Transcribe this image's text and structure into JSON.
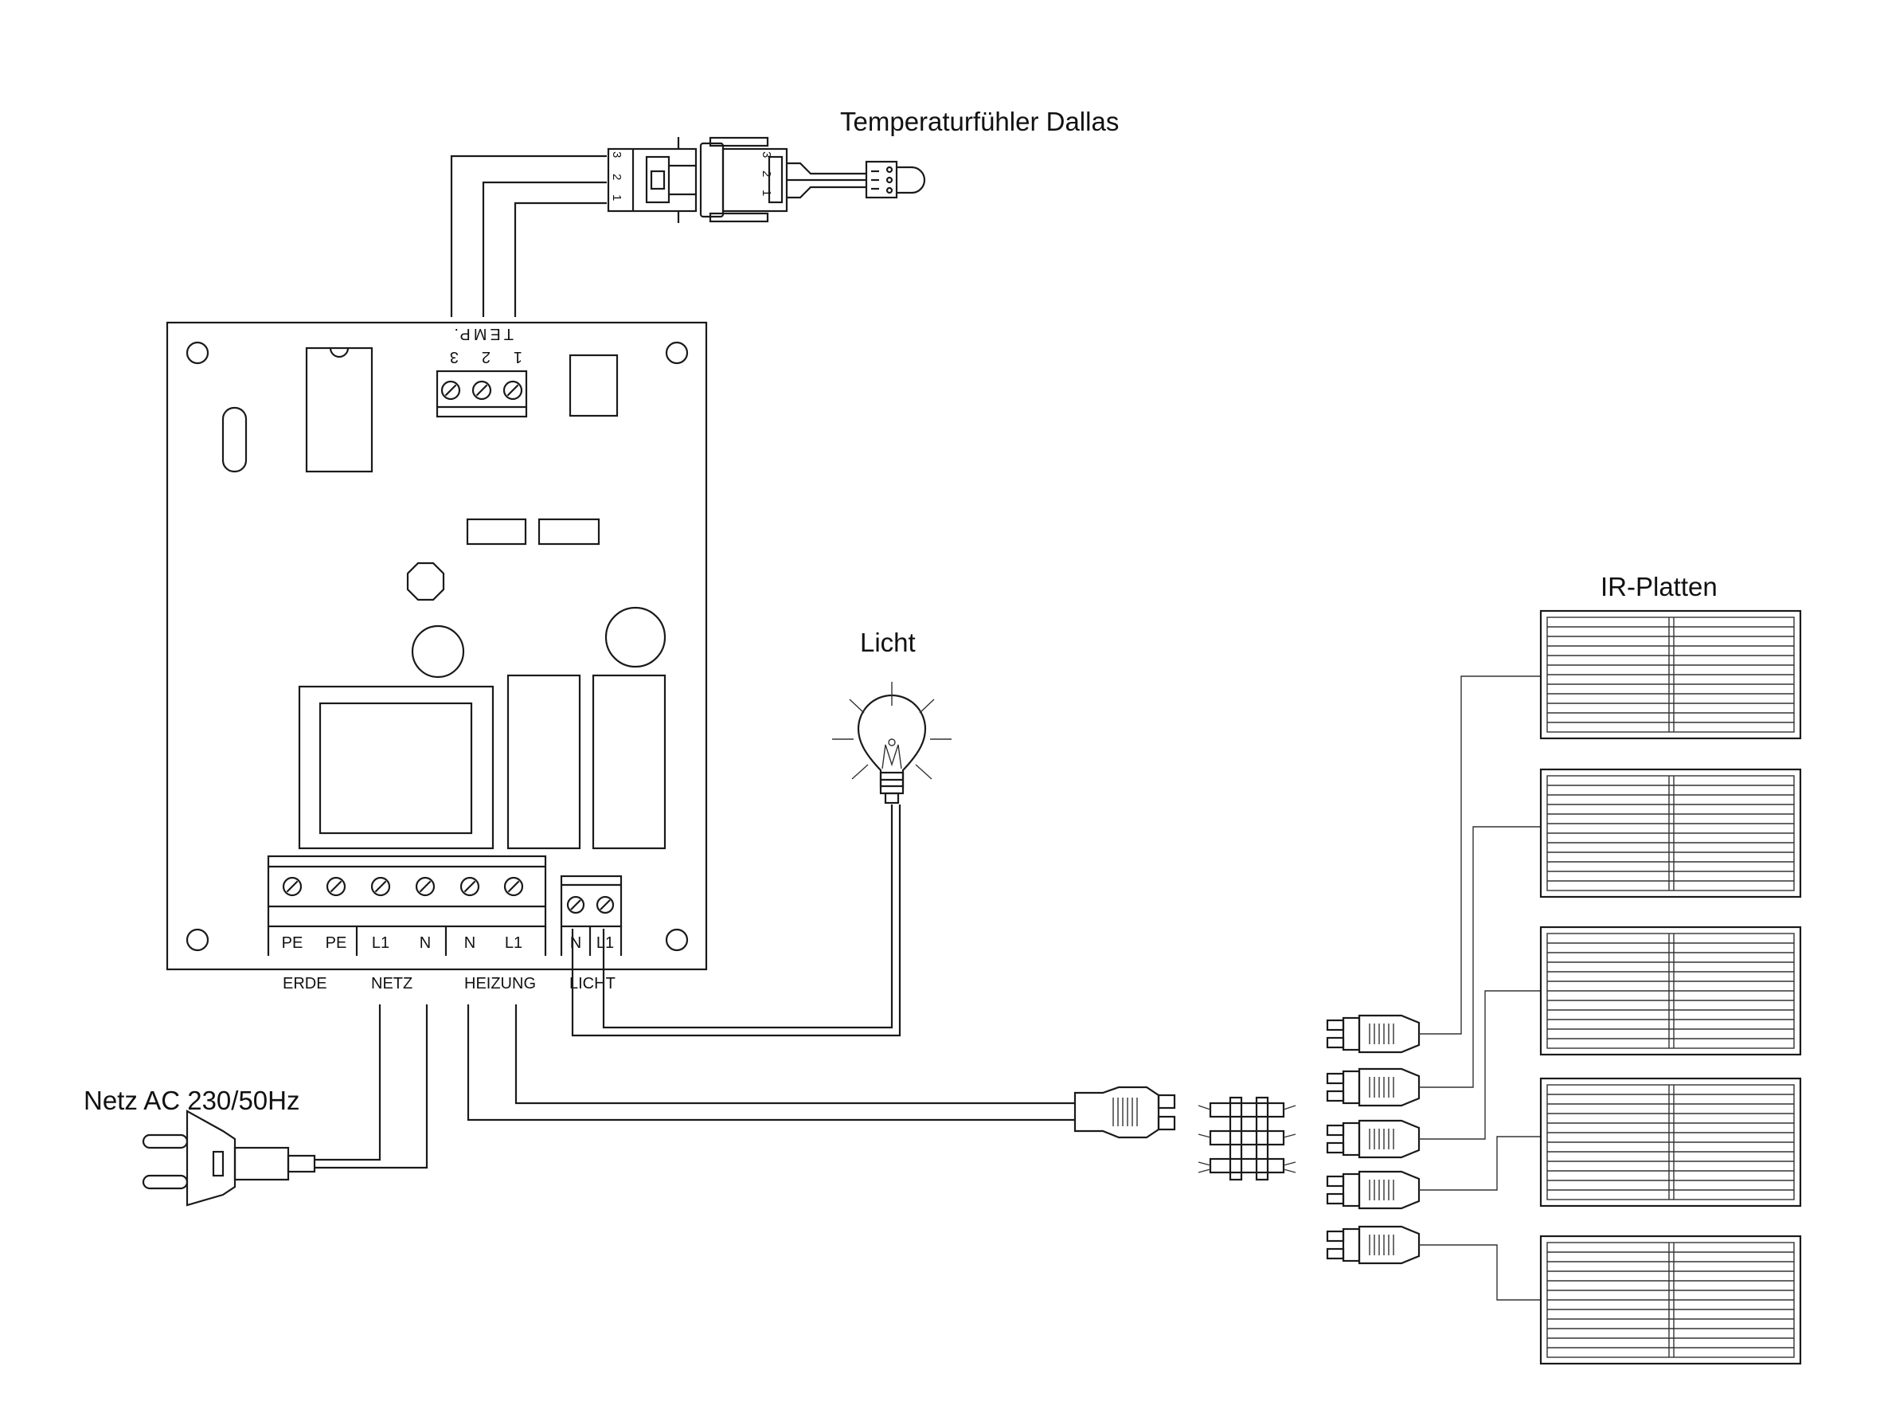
{
  "labels": {
    "temp_sensor": "Temperaturfühler Dallas",
    "light": "Licht",
    "ir_panels": "IR-Platten",
    "mains": "Netz AC 230/50Hz",
    "temp_block": "TEMP.",
    "temp_pins": [
      "3",
      "2",
      "1"
    ],
    "connector_pins": [
      "3",
      "2",
      "1"
    ],
    "main_terminals": [
      "PE",
      "PE",
      "L1",
      "N",
      "N",
      "L1"
    ],
    "light_terminals": [
      "N",
      "L1"
    ],
    "groups": [
      "ERDE",
      "NETZ",
      "HEIZUNG",
      "LICHT"
    ]
  },
  "counts": {
    "ir_panels": 5,
    "ir_plugs": 5
  },
  "colors": {
    "line": "#1a1a1a",
    "background": "#ffffff"
  }
}
